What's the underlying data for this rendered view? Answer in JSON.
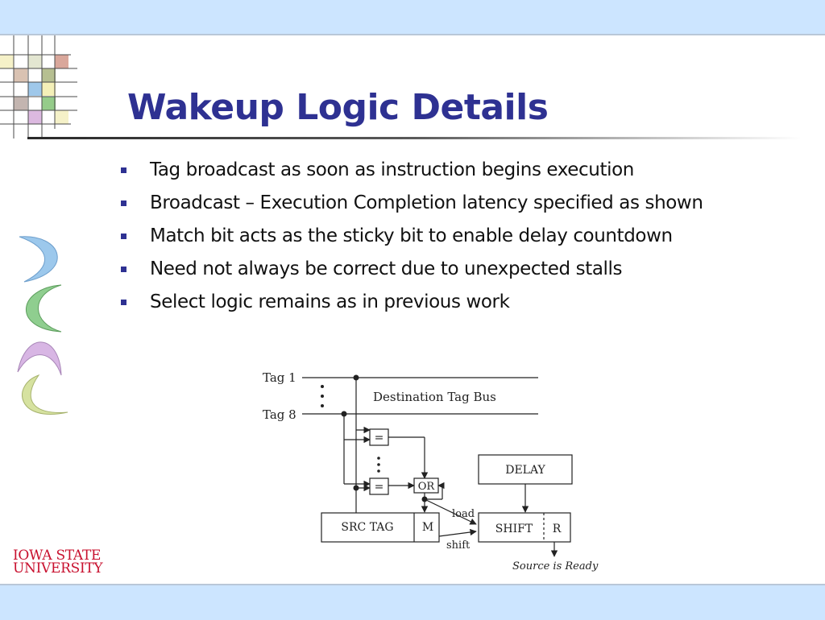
{
  "slide": {
    "title": "Wakeup Logic Details",
    "bullets": [
      "Tag broadcast as soon as instruction begins execution",
      "Broadcast – Execution Completion latency specified as shown",
      "Match bit acts as the sticky bit to enable delay countdown",
      "Need not always be correct due to unexpected stalls",
      "Select logic remains as in previous work"
    ],
    "logo": {
      "line1": "IOWA STATE",
      "line2": "UNIVERSITY"
    },
    "colors": {
      "title": "#2e3192",
      "band": "#cce5ff",
      "logo": "#c8102e",
      "bullet": "#2e3192"
    }
  },
  "diagram": {
    "tag1": "Tag 1",
    "tag8": "Tag 8",
    "bus_label": "Destination Tag Bus",
    "comparator": "=",
    "or_gate": "OR",
    "delay": "DELAY",
    "src_tag": "SRC TAG",
    "match_bit": "M",
    "shift": "SHIFT",
    "ready_bit": "R",
    "load": "load",
    "shift_signal": "shift",
    "ready_output": "Source is Ready"
  }
}
